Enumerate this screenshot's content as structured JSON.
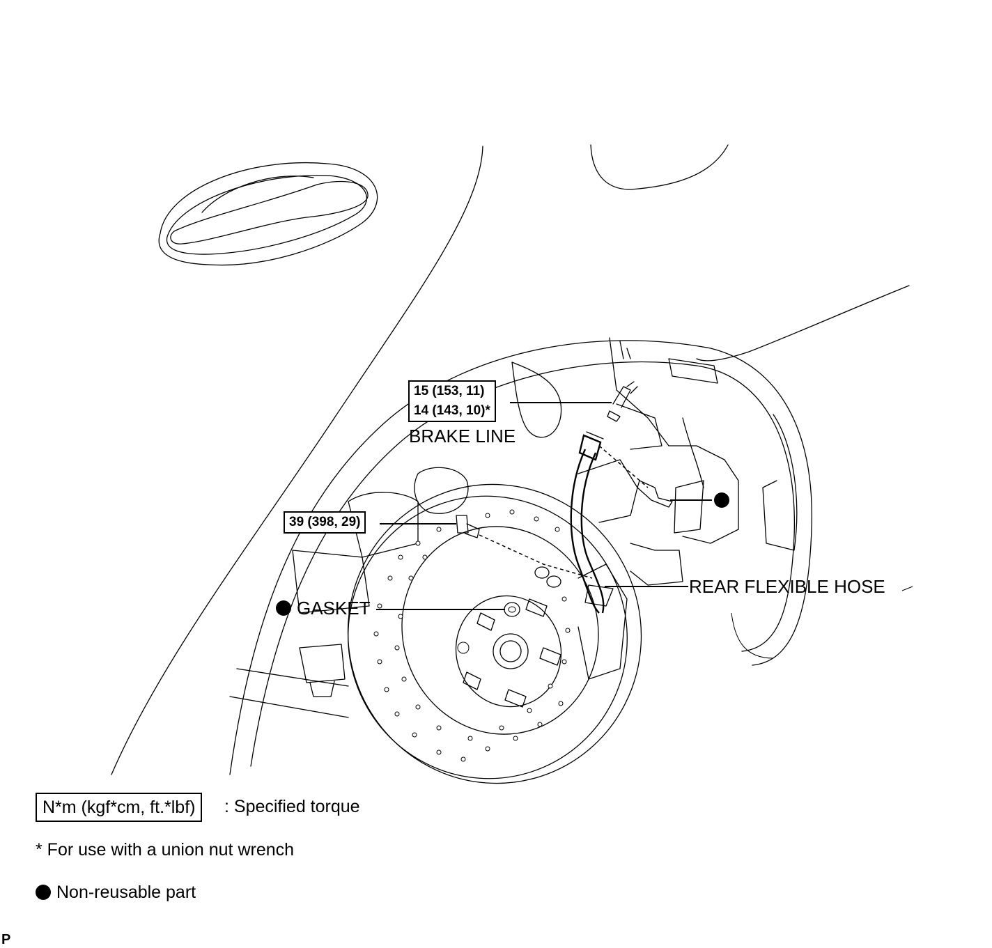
{
  "callouts": {
    "brake_line_torque": [
      "15 (153, 11)",
      "14 (143, 10)*"
    ],
    "brake_line_label": "BRAKE LINE",
    "bolt_torque": "39 (398, 29)",
    "gasket_label": "GASKET",
    "rear_flexible_hose_label": "REAR FLEXIBLE HOSE"
  },
  "legend": {
    "torque_unit_box": "N*m (kgf*cm, ft.*lbf)",
    "torque_unit_text": ": Specified torque",
    "union_nut_note": "* For use with a union nut wrench",
    "non_reusable": "Non-reusable part"
  },
  "page_code": "P",
  "colors": {
    "ink": "#000000",
    "paper": "#ffffff"
  }
}
